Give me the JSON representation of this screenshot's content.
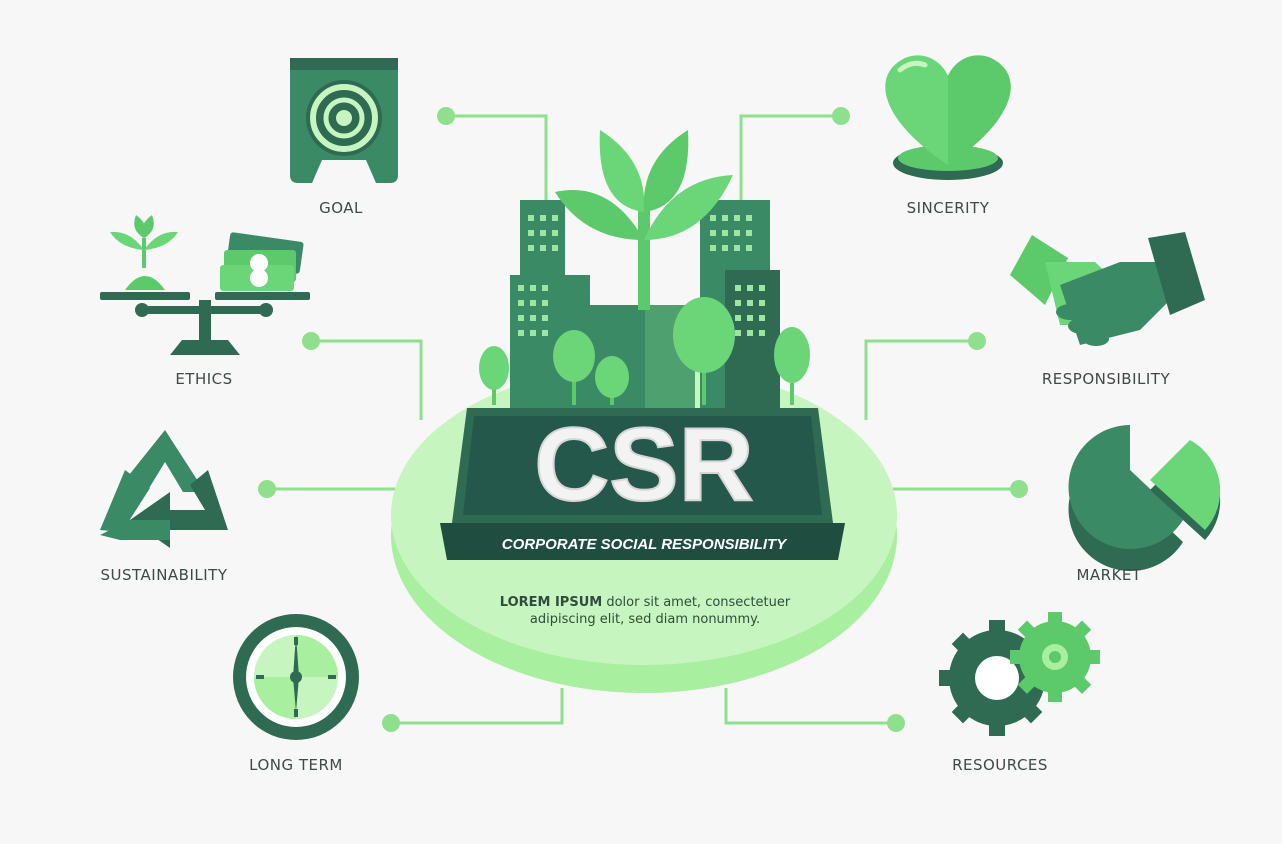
{
  "center": {
    "title": "CSR",
    "subtitle": "CORPORATE SOCIAL RESPONSIBILITY",
    "description_bold": "LOREM IPSUM",
    "description_line1": " dolor sit amet, consectetuer",
    "description_line2": "adipiscing elit, sed diam nonummy."
  },
  "items": {
    "goal": "GOAL",
    "ethics": "ETHICS",
    "sustainability": "SUSTAINABILITY",
    "long_term": "LONG TERM",
    "sincerity": "SINCERITY",
    "responsibility": "RESPONSIBILITY",
    "market": "MARKET",
    "resources": "RESOURCES"
  },
  "colors": {
    "dark_green": "#2e6b52",
    "mid_green": "#3a8a66",
    "bright_green": "#5cc96a",
    "light_green": "#a8efa0",
    "pale_green": "#c6f5bf",
    "background": "#f7f7f7"
  },
  "icons": {
    "goal": "target-icon",
    "ethics": "balance-scale-icon",
    "sustainability": "recycle-icon",
    "long_term": "clock-icon",
    "sincerity": "heart-icon",
    "responsibility": "handshake-icon",
    "market": "pie-chart-icon",
    "resources": "gears-icon"
  }
}
